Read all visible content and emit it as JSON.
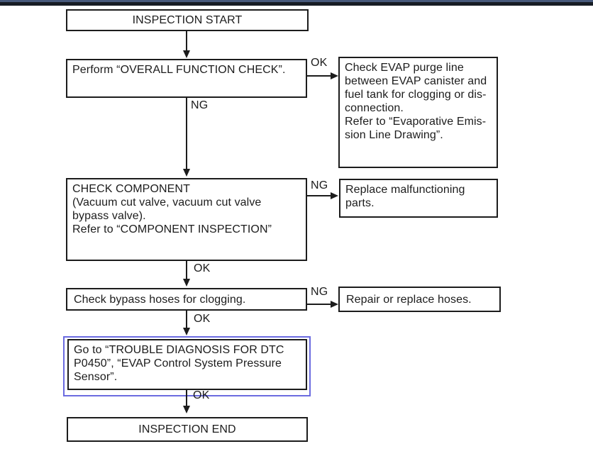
{
  "colors": {
    "highlight": "#6b6be0",
    "line": "#1c1c1c",
    "topbar_top": "#47597b",
    "topbar_bottom": "#171c24"
  },
  "flowchart": {
    "nodes": {
      "inspection_start": "INSPECTION START",
      "overall_function_check": "Perform “OVERALL FUNCTION CHECK”.",
      "evap_purge_line_check": "Check EVAP purge line\nbetween EVAP canister and\nfuel tank for clogging or dis-\nconnection.\nRefer to “Evaporative Emis-\nsion Line Drawing”.",
      "check_component": "CHECK COMPONENT\n(Vacuum cut valve, vacuum cut valve\nbypass valve).\nRefer to “COMPONENT INSPECTION”",
      "replace_malfunctioning_parts": "Replace malfunctioning\nparts.",
      "check_bypass_hoses": "Check bypass hoses for clogging.",
      "repair_or_replace_hoses": "Repair or replace hoses.",
      "goto_trouble_diagnosis": "Go to “TROUBLE DIAGNOSIS FOR DTC\nP0450”, “EVAP Control System Pressure\nSensor”.",
      "inspection_end": "INSPECTION END"
    },
    "edge_labels": {
      "overall_ok": "OK",
      "overall_ng": "NG",
      "component_ng": "NG",
      "component_ok": "OK",
      "bypass_ng": "NG",
      "bypass_ok": "OK",
      "goto_ok": "OK"
    }
  }
}
